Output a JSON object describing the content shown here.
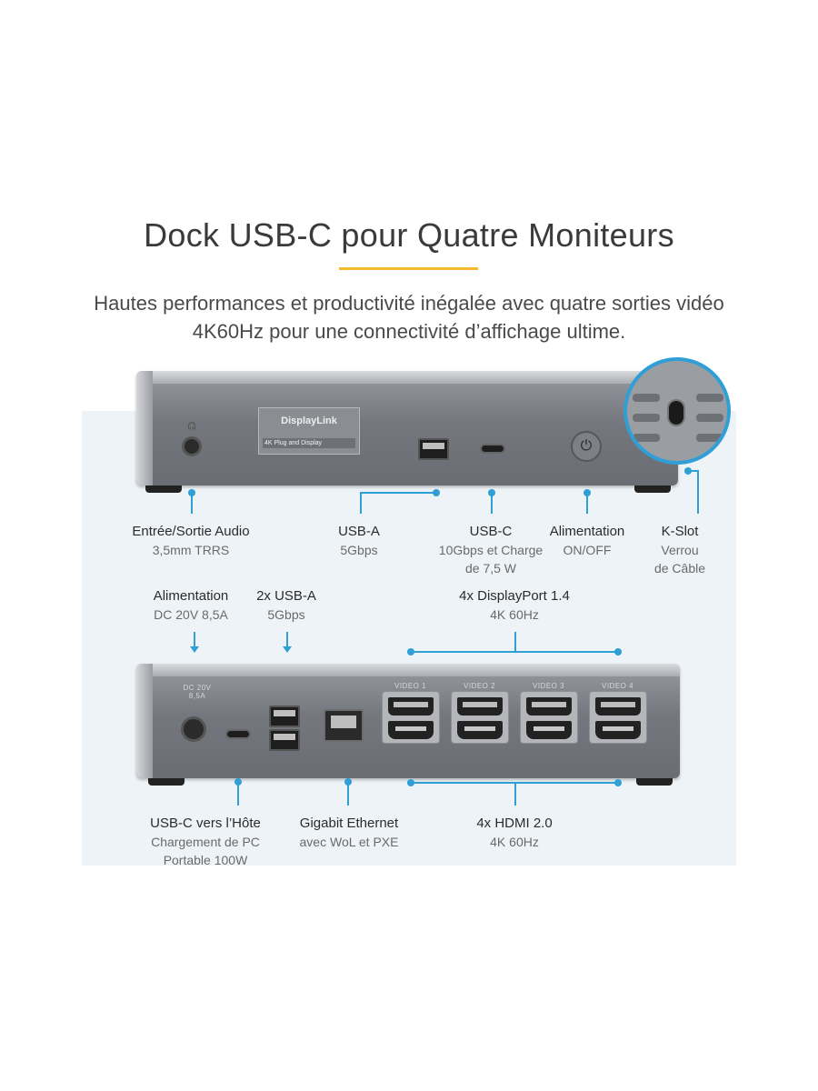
{
  "header": {
    "title": "Dock USB-C pour Quatre Moniteurs",
    "subtitle_line1": "Hautes performances et productivité inégalée avec quatre sorties vidéo",
    "subtitle_line2": "4K60Hz pour une connectivité d’affichage ultime."
  },
  "colors": {
    "accent_underline": "#f5b82e",
    "callout": "#2f9fd6"
  },
  "front_device": {
    "logo_top": "DisplayLink",
    "logo_bottom": "4K  Plug and Display",
    "labels": [
      {
        "title": "Entrée/Sortie Audio",
        "sub1": "3,5mm TRRS",
        "sub2": ""
      },
      {
        "title": "USB-A",
        "sub1": "5Gbps",
        "sub2": ""
      },
      {
        "title": "USB-C",
        "sub1": "10Gbps et Charge",
        "sub2": "de 7,5 W"
      },
      {
        "title": "Alimentation",
        "sub1": "ON/OFF",
        "sub2": ""
      },
      {
        "title": "K-Slot",
        "sub1": "Verrou",
        "sub2": "de Câble"
      }
    ]
  },
  "back_device": {
    "port_labels": {
      "dc": "DC 20V 8,5A",
      "video1": "VIDEO 1",
      "video2": "VIDEO 2",
      "video3": "VIDEO 3",
      "video4": "VIDEO 4"
    },
    "top_labels": [
      {
        "title": "Alimentation",
        "sub1": "DC 20V 8,5A"
      },
      {
        "title": "2x USB-A",
        "sub1": "5Gbps"
      },
      {
        "title": "4x DisplayPort 1.4",
        "sub1": "4K 60Hz"
      }
    ],
    "bottom_labels": [
      {
        "title": "USB-C vers l’Hôte",
        "sub1": "Chargement de PC",
        "sub2": "Portable 100W"
      },
      {
        "title": "Gigabit Ethernet",
        "sub1": "avec WoL et PXE",
        "sub2": ""
      },
      {
        "title": "4x HDMI 2.0",
        "sub1": "4K 60Hz",
        "sub2": ""
      }
    ]
  }
}
